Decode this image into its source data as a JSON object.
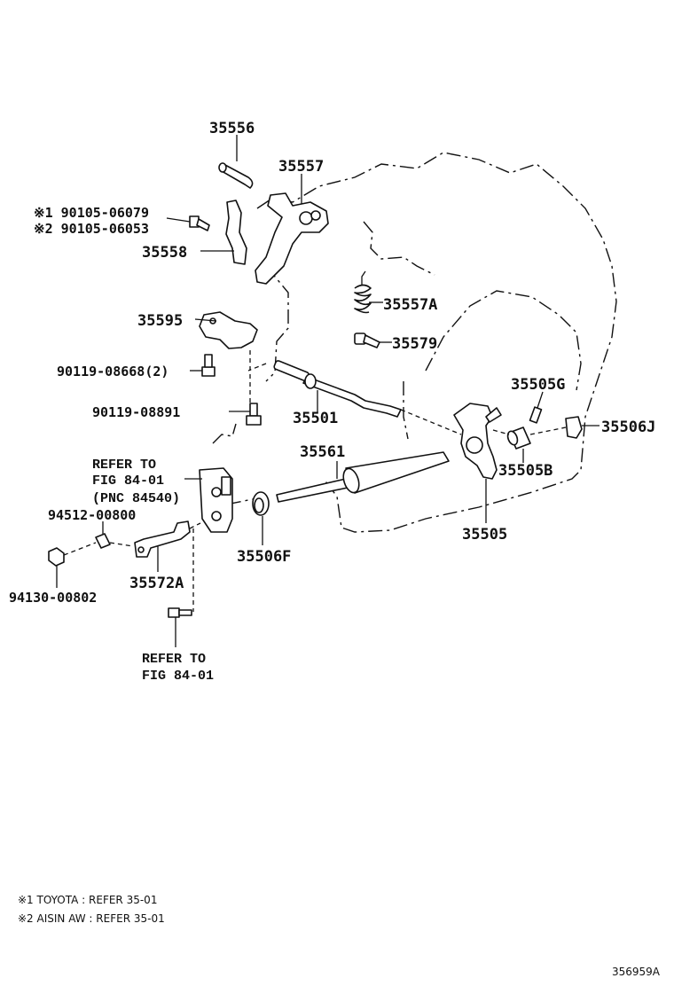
{
  "parts": {
    "p35556": "35556",
    "p35557": "35557",
    "note1_bolt": "※1 90105-06079",
    "note2_bolt": "※2 90105-06053",
    "p35558": "35558",
    "p35557A": "35557A",
    "p35595": "35595",
    "p35579": "35579",
    "p90119_08668": "90119-08668(2)",
    "p35505G": "35505G",
    "p90119_08891": "90119-08891",
    "p35501": "35501",
    "p35506J": "35506J",
    "p35561": "35561",
    "p35505B": "35505B",
    "p94512": "94512-00800",
    "p35505": "35505",
    "p35506F": "35506F",
    "p35572A": "35572A",
    "p94130": "94130-00802"
  },
  "refs": {
    "ref1_line1": "REFER TO",
    "ref1_line2": "FIG 84-01",
    "ref1_line3": "(PNC 84540)",
    "ref2_line1": "REFER TO",
    "ref2_line2": "FIG 84-01"
  },
  "footnotes": {
    "note1": "※1 TOYOTA : REFER 35-01",
    "note2": "※2 AISIN AW : REFER 35-01"
  },
  "figure_id": "356959A"
}
